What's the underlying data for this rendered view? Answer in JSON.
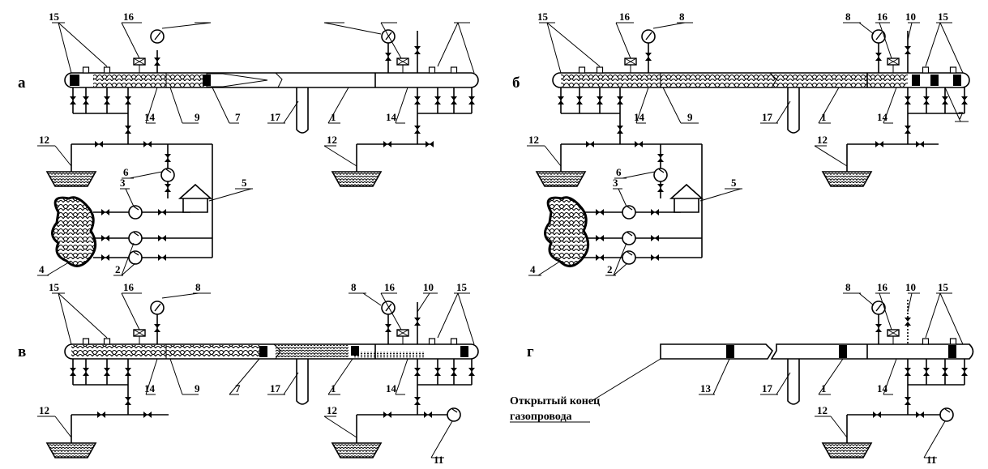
{
  "panels": {
    "a": {
      "letter": "а"
    },
    "b": {
      "letter": "б"
    },
    "v": {
      "letter": "в"
    },
    "g": {
      "letter": "г"
    }
  },
  "labels": {
    "n1": "1",
    "n2": "2",
    "n3": "3",
    "n4": "4",
    "n5": "5",
    "n6": "6",
    "n7": "7",
    "n8": "8",
    "n9": "9",
    "n10": "10",
    "n11": "11",
    "n12": "12",
    "n13": "13",
    "n14": "14",
    "n15": "15",
    "n16": "16",
    "n17": "17"
  },
  "caption": {
    "line1": "Открытый конец",
    "line2": "газопровода"
  }
}
